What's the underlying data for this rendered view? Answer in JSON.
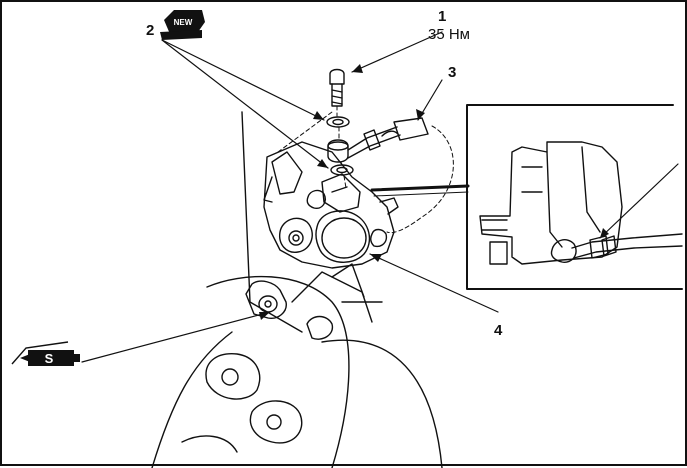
{
  "callouts": {
    "c1": {
      "number": "1",
      "torque": "35 Нм"
    },
    "c2": {
      "number": "2"
    },
    "c3": {
      "number": "3"
    },
    "c4": {
      "number": "4"
    }
  },
  "symbols": {
    "new_part_badge": {
      "text": "NEW",
      "icon": "new-part-icon"
    },
    "grease_symbol": {
      "text": "S",
      "icon": "grease-icon"
    }
  },
  "colors": {
    "line": "#111111",
    "background": "#ffffff"
  }
}
